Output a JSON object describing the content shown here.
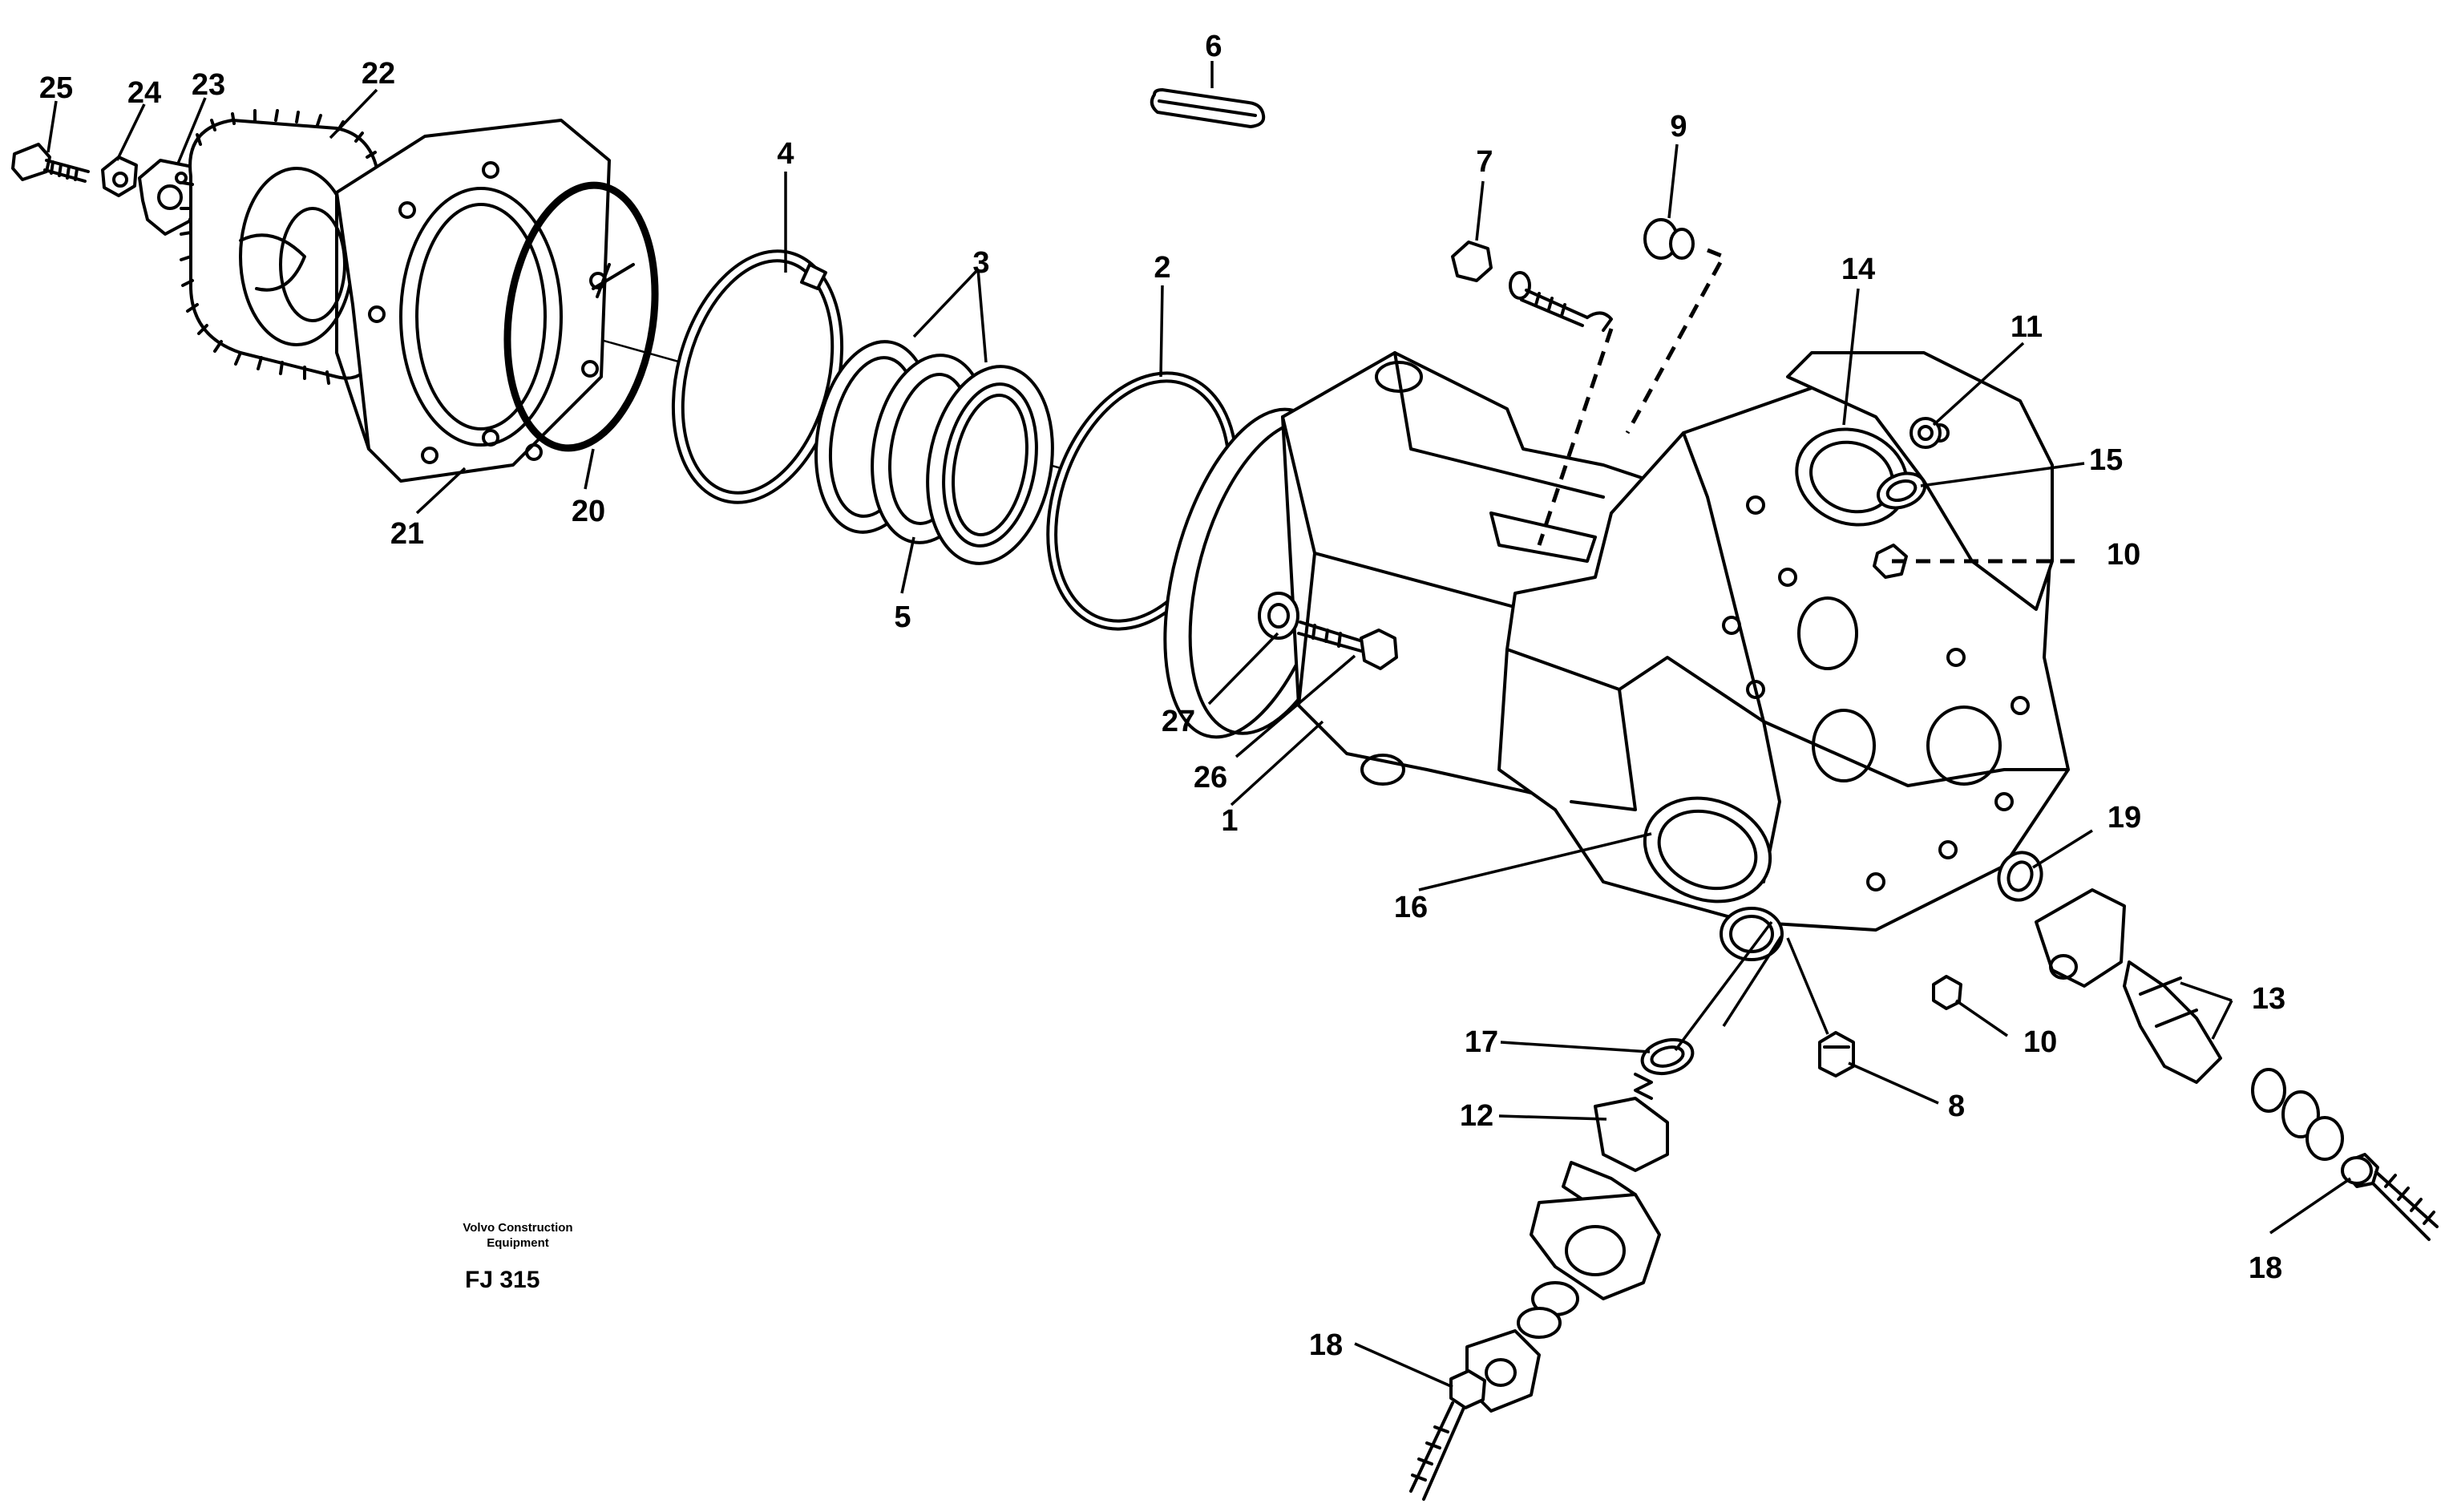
{
  "caption": {
    "company_line1": "Volvo Construction",
    "company_line2": "Equipment",
    "figure_code": "FJ 315"
  },
  "callouts": {
    "c1": "1",
    "c2": "2",
    "c3": "3",
    "c4": "4",
    "c5": "5",
    "c6": "6",
    "c7": "7",
    "c8": "8",
    "c9": "9",
    "c10a": "10",
    "c10b": "10",
    "c11": "11",
    "c12": "12",
    "c13": "13",
    "c14": "14",
    "c15": "15",
    "c16": "16",
    "c17": "17",
    "c18a": "18",
    "c18b": "18",
    "c19": "19",
    "c20": "20",
    "c21": "21",
    "c22": "22",
    "c23": "23",
    "c24": "24",
    "c25": "25",
    "c26": "26",
    "c27": "27"
  }
}
